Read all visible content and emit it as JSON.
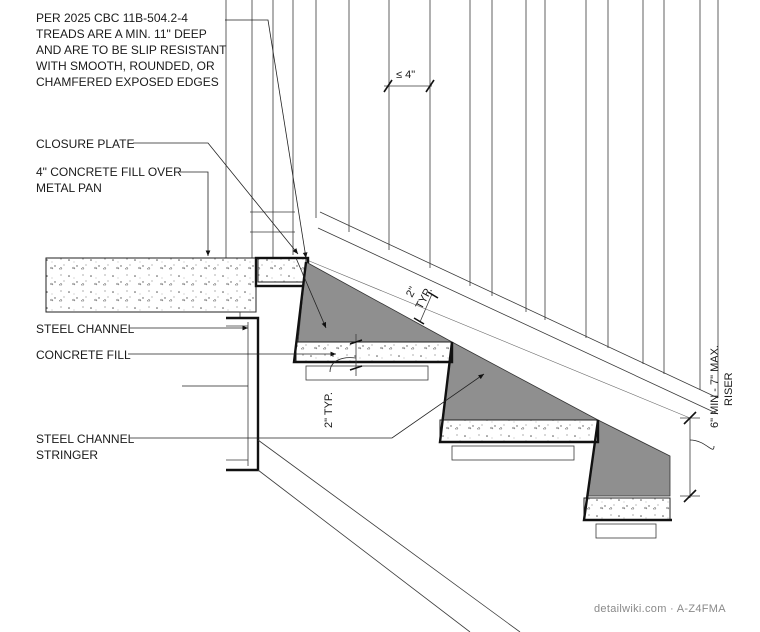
{
  "notes": {
    "tread_note": [
      "PER 2025 CBC 11B-504.2-4",
      "TREADS ARE A MIN. 11\" DEEP",
      "AND ARE TO BE SLIP RESISTANT",
      "WITH SMOOTH, ROUNDED, OR",
      "CHAMFERED EXPOSED EDGES"
    ],
    "closure_plate": "CLOSURE PLATE",
    "concrete_fill_over_pan": [
      "4\" CONCRETE FILL OVER",
      "METAL PAN"
    ],
    "steel_channel": "STEEL CHANNEL",
    "concrete_fill": "CONCRETE FILL",
    "steel_channel_stringer": [
      "STEEL CHANNEL",
      "STRINGER"
    ]
  },
  "dimensions": {
    "baluster_spacing": "≤ 4\"",
    "nosing_offset": "2\"",
    "nosing_typ": "TYP.",
    "tread_gap": "2\" TYP.",
    "riser_height": [
      "6\" MIN - 7\" MAX.",
      "RISER"
    ]
  },
  "watermark": "detailwiki.com · A-Z4FMA"
}
